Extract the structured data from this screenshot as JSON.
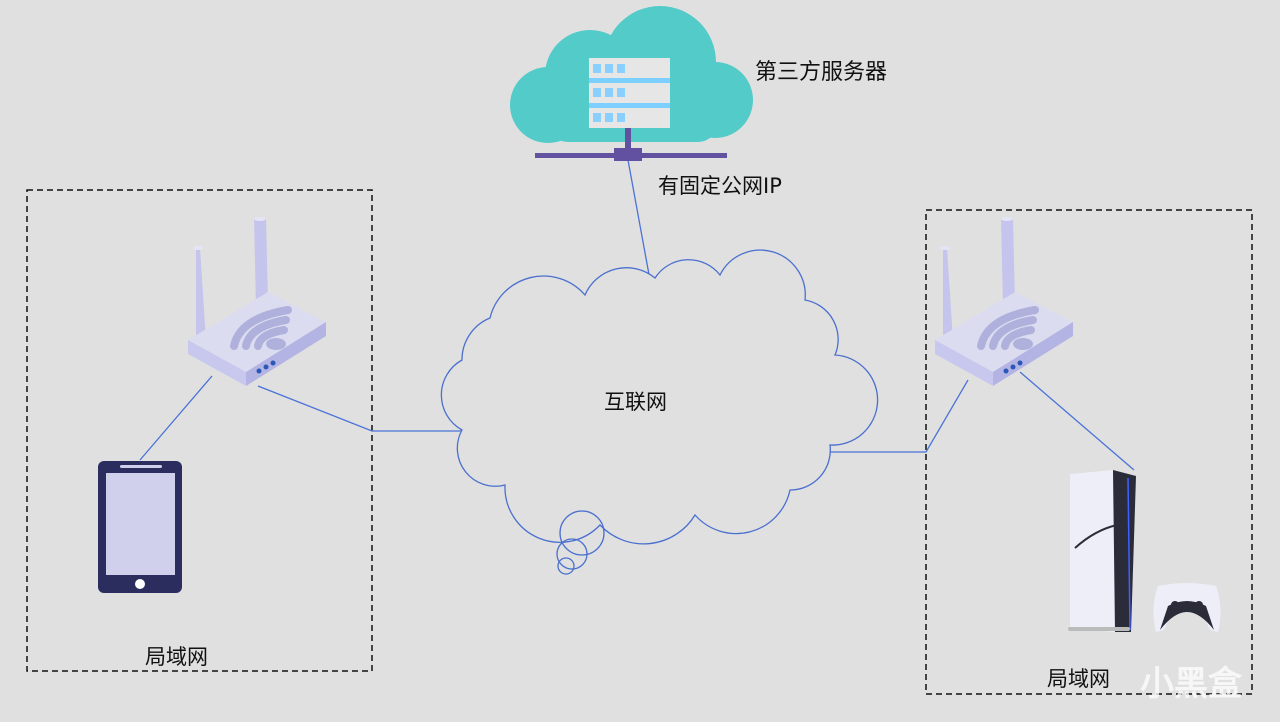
{
  "labels": {
    "server": "第三方服务器",
    "public_ip": "有固定公网IP",
    "internet": "互联网",
    "lan_left": "局域网",
    "lan_right": "局域网"
  },
  "watermark": "小黑盒",
  "colors": {
    "background": "#e0e0e0",
    "server_cloud": "#52cbc9",
    "server_stand": "#6250a0",
    "link_line": "#4a72d8",
    "router": "#c9c9ee",
    "phone": "#2b2d5e"
  }
}
